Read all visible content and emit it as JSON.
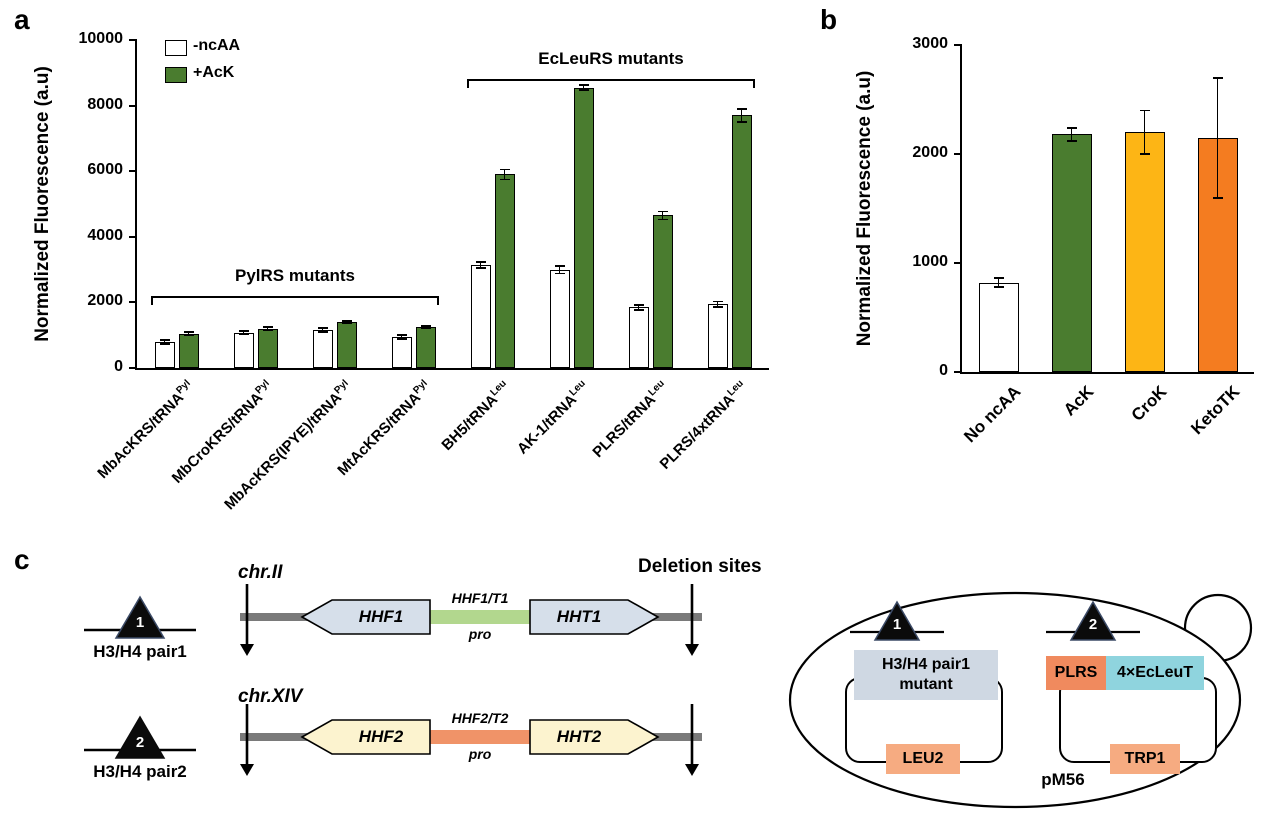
{
  "figure": {
    "panel_a": "a",
    "panel_b": "b",
    "panel_c": "c"
  },
  "palette": {
    "bar_white": "#ffffff",
    "bar_green": "#4a7c2f",
    "bar_yellow": "#fdb515",
    "bar_orange": "#f47c20",
    "gene_pair1_fill": "#d6dfea",
    "gene_pair2_fill": "#fcf3cf",
    "promoter1_fill": "#b2d78e",
    "promoter2_fill": "#f09368",
    "insert_h3h4_fill": "#cfd8e3",
    "plrs_fill": "#f08a5e",
    "ecleut_fill": "#8fd4de",
    "selection_marker_fill": "#f6ab81",
    "chromosome_bar_gray": "#7a7a7a"
  },
  "chart_data": [
    {
      "id": "panel-a",
      "type": "bar",
      "ylabel": "Normalized Fluorescence (a.u)",
      "ylim": [
        0,
        10000
      ],
      "yticks": [
        0,
        2000,
        4000,
        6000,
        8000,
        10000
      ],
      "legend": [
        {
          "label": "-ncAA",
          "color": "#ffffff"
        },
        {
          "label": "+AcK",
          "color": "#4a7c2f"
        }
      ],
      "categories": [
        {
          "base": "MbAcKRS/tRNA",
          "sup": "Pyl"
        },
        {
          "base": "MbCroKRS/tRNA",
          "sup": "Pyl"
        },
        {
          "base": "MbAcKRS(IPYE)/tRNA",
          "sup": "Pyl"
        },
        {
          "base": "MtAcKRS/tRNA",
          "sup": "Pyl"
        },
        {
          "base": "BH5/tRNA",
          "sup": "Leu"
        },
        {
          "base": "AK-1/tRNA",
          "sup": "Leu"
        },
        {
          "base": "PLRS/tRNA",
          "sup": "Leu"
        },
        {
          "base": "PLRS/4xtRNA",
          "sup": "Leu"
        }
      ],
      "series": [
        {
          "name": "-ncAA",
          "color": "#ffffff",
          "values": [
            800,
            1080,
            1150,
            950,
            3150,
            3000,
            1850,
            1950
          ],
          "errors": [
            60,
            60,
            60,
            60,
            90,
            120,
            70,
            80
          ]
        },
        {
          "name": "+AcK",
          "color": "#4a7c2f",
          "values": [
            1050,
            1200,
            1400,
            1250,
            5900,
            8550,
            4650,
            7700
          ],
          "errors": [
            60,
            50,
            40,
            40,
            150,
            80,
            120,
            200
          ]
        }
      ],
      "annotations": [
        {
          "label": "PylRS mutants",
          "from": 0,
          "to": 3,
          "y": 2200
        },
        {
          "label": "EcLeuRS mutants",
          "from": 4,
          "to": 7,
          "y": 8800
        }
      ]
    },
    {
      "id": "panel-b",
      "type": "bar",
      "ylabel": "Normalized Fluorescence (a.u)",
      "ylim": [
        0,
        3000
      ],
      "yticks": [
        0,
        1000,
        2000,
        3000
      ],
      "categories": [
        "No ncAA",
        "AcK",
        "CroK",
        "KetoTK"
      ],
      "values": [
        820,
        2180,
        2200,
        2150
      ],
      "errors": [
        40,
        60,
        200,
        550
      ],
      "colors": [
        "#ffffff",
        "#4a7c2f",
        "#fdb515",
        "#f47c20"
      ]
    }
  ],
  "diagram": {
    "deletion_sites_label": "Deletion sites",
    "row1": {
      "marker": "1",
      "pair_label": "H3/H4 pair1",
      "chromosome": "chr.II",
      "gene_left": "HHF1",
      "promoter": "HHF1/T1",
      "promoter_sub": "pro",
      "gene_right": "HHT1"
    },
    "row2": {
      "marker": "2",
      "pair_label": "H3/H4 pair2",
      "chromosome": "chr.XIV",
      "gene_left": "HHF2",
      "promoter": "HHF2/T2",
      "promoter_sub": "pro",
      "gene_right": "HHT2"
    },
    "cell": {
      "marker1": "1",
      "marker2": "2",
      "plasmid1_insert_line1": "H3/H4 pair1",
      "plasmid1_insert_line2": "mutant",
      "plasmid1_marker": "LEU2",
      "plasmid2_insert1": "PLRS",
      "plasmid2_insert2": "4×EcLeuT",
      "plasmid2_marker": "TRP1",
      "plasmid_name": "pM56"
    }
  }
}
